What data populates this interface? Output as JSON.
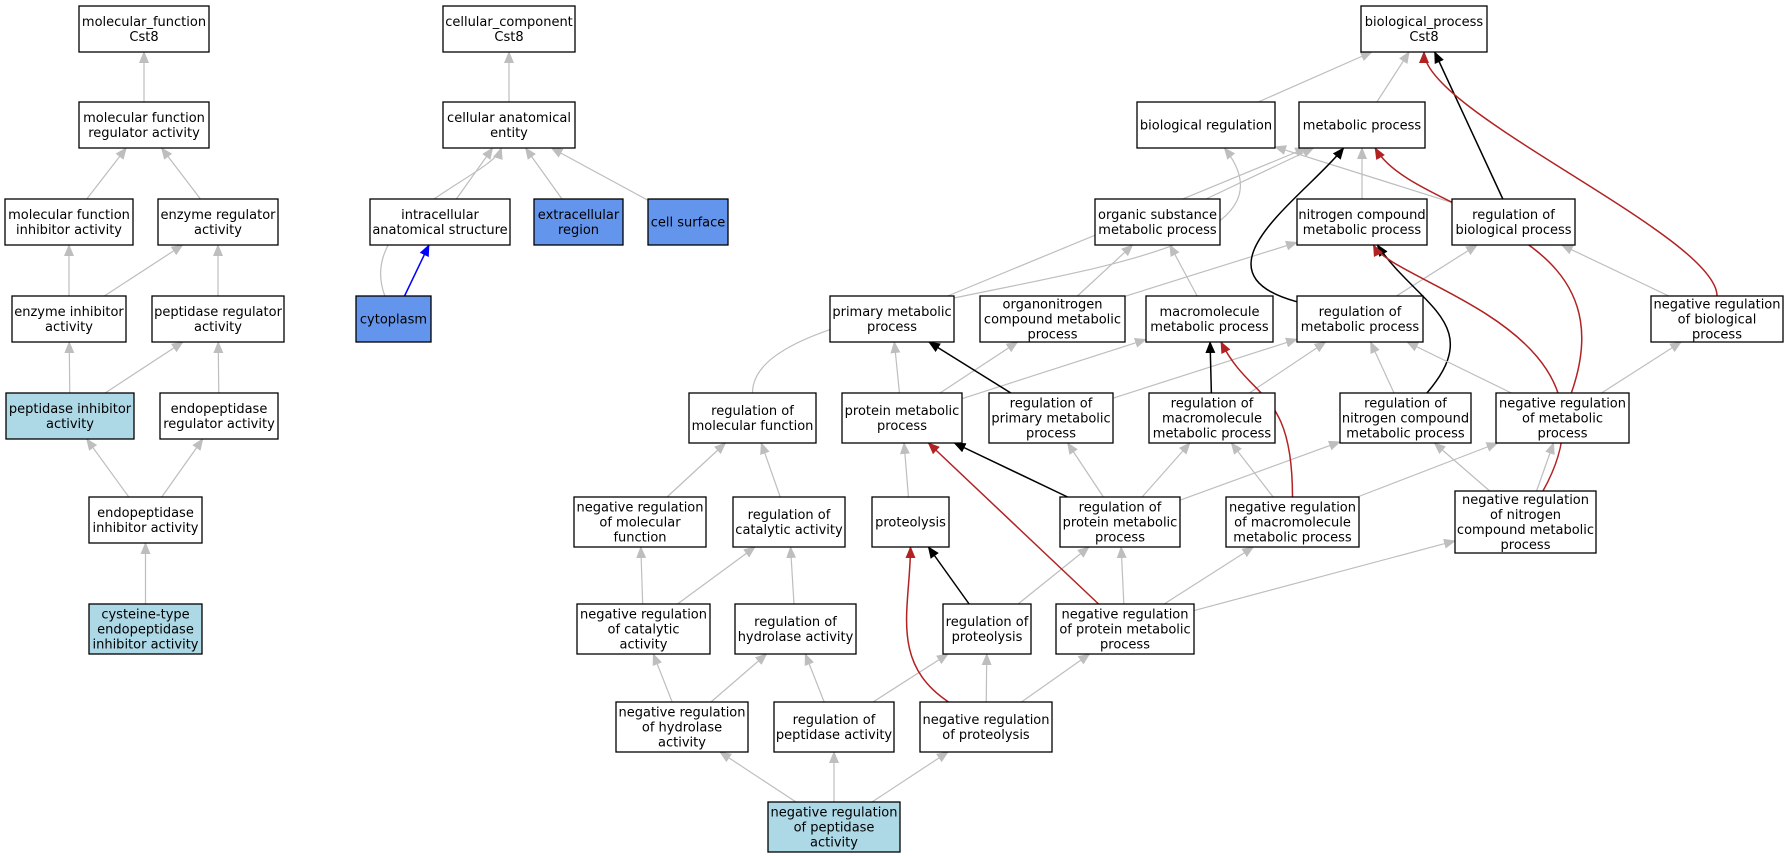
{
  "colors": {
    "plain": "#ffffff",
    "annotated_light": "#add8e6",
    "annotated_blue": "#6495ed",
    "edge_isa": "#bebebe",
    "edge_part_of": "#0000ff",
    "edge_regulates": "#000000",
    "edge_negatively_regulates": "#b22222"
  },
  "nodes": [
    {
      "id": "mf",
      "lines": [
        "molecular_function",
        "Cst8"
      ],
      "fill": "plain"
    },
    {
      "id": "mfra",
      "lines": [
        "molecular function",
        "regulator activity"
      ],
      "fill": "plain"
    },
    {
      "id": "mfia",
      "lines": [
        "molecular function",
        "inhibitor activity"
      ],
      "fill": "plain"
    },
    {
      "id": "era",
      "lines": [
        "enzyme regulator",
        "activity"
      ],
      "fill": "plain"
    },
    {
      "id": "eia",
      "lines": [
        "enzyme inhibitor",
        "activity"
      ],
      "fill": "plain"
    },
    {
      "id": "pra",
      "lines": [
        "peptidase regulator",
        "activity"
      ],
      "fill": "plain"
    },
    {
      "id": "pia",
      "lines": [
        "peptidase inhibitor",
        "activity"
      ],
      "fill": "annotated_light"
    },
    {
      "id": "epra",
      "lines": [
        "endopeptidase",
        "regulator activity"
      ],
      "fill": "plain"
    },
    {
      "id": "epia",
      "lines": [
        "endopeptidase",
        "inhibitor activity"
      ],
      "fill": "plain"
    },
    {
      "id": "ctepia",
      "lines": [
        "cysteine-type",
        "endopeptidase",
        "inhibitor activity"
      ],
      "fill": "annotated_light"
    },
    {
      "id": "cc",
      "lines": [
        "cellular_component",
        "Cst8"
      ],
      "fill": "plain"
    },
    {
      "id": "cae",
      "lines": [
        "cellular anatomical",
        "entity"
      ],
      "fill": "plain"
    },
    {
      "id": "ias",
      "lines": [
        "intracellular",
        "anatomical structure"
      ],
      "fill": "plain"
    },
    {
      "id": "ecr",
      "lines": [
        "extracellular",
        "region"
      ],
      "fill": "annotated_blue"
    },
    {
      "id": "cs",
      "lines": [
        "cell surface"
      ],
      "fill": "annotated_blue"
    },
    {
      "id": "cyto",
      "lines": [
        "cytoplasm"
      ],
      "fill": "annotated_blue"
    },
    {
      "id": "bp",
      "lines": [
        "biological_process",
        "Cst8"
      ],
      "fill": "plain"
    },
    {
      "id": "breg",
      "lines": [
        "biological regulation"
      ],
      "fill": "plain"
    },
    {
      "id": "metp",
      "lines": [
        "metabolic process"
      ],
      "fill": "plain"
    },
    {
      "id": "osmp",
      "lines": [
        "organic substance",
        "metabolic process"
      ],
      "fill": "plain"
    },
    {
      "id": "ncmp",
      "lines": [
        "nitrogen compound",
        "metabolic process"
      ],
      "fill": "plain"
    },
    {
      "id": "rbp",
      "lines": [
        "regulation of",
        "biological process"
      ],
      "fill": "plain"
    },
    {
      "id": "pmp",
      "lines": [
        "primary metabolic",
        "process"
      ],
      "fill": "plain"
    },
    {
      "id": "oncmp",
      "lines": [
        "organonitrogen",
        "compound metabolic",
        "process"
      ],
      "fill": "plain"
    },
    {
      "id": "mmp",
      "lines": [
        "macromolecule",
        "metabolic process"
      ],
      "fill": "plain"
    },
    {
      "id": "rmp",
      "lines": [
        "regulation of",
        "metabolic process"
      ],
      "fill": "plain"
    },
    {
      "id": "nrbp",
      "lines": [
        "negative regulation",
        "of biological",
        "process"
      ],
      "fill": "plain"
    },
    {
      "id": "rmf",
      "lines": [
        "regulation of",
        "molecular function"
      ],
      "fill": "plain"
    },
    {
      "id": "protmp",
      "lines": [
        "protein metabolic",
        "process"
      ],
      "fill": "plain"
    },
    {
      "id": "rpmp",
      "lines": [
        "regulation of",
        "primary metabolic",
        "process"
      ],
      "fill": "plain"
    },
    {
      "id": "rmmp",
      "lines": [
        "regulation of",
        "macromolecule",
        "metabolic process"
      ],
      "fill": "plain"
    },
    {
      "id": "rncmp",
      "lines": [
        "regulation of",
        "nitrogen compound",
        "metabolic process"
      ],
      "fill": "plain"
    },
    {
      "id": "nrmp",
      "lines": [
        "negative regulation",
        "of metabolic",
        "process"
      ],
      "fill": "plain"
    },
    {
      "id": "nrmf",
      "lines": [
        "negative regulation",
        "of molecular",
        "function"
      ],
      "fill": "plain"
    },
    {
      "id": "rca",
      "lines": [
        "regulation of",
        "catalytic activity"
      ],
      "fill": "plain"
    },
    {
      "id": "prot",
      "lines": [
        "proteolysis"
      ],
      "fill": "plain"
    },
    {
      "id": "rprotmp",
      "lines": [
        "regulation of",
        "protein metabolic",
        "process"
      ],
      "fill": "plain"
    },
    {
      "id": "nrmmp",
      "lines": [
        "negative regulation",
        "of macromolecule",
        "metabolic process"
      ],
      "fill": "plain"
    },
    {
      "id": "nrncmp",
      "lines": [
        "negative regulation",
        "of nitrogen",
        "compound metabolic",
        "process"
      ],
      "fill": "plain"
    },
    {
      "id": "nrca",
      "lines": [
        "negative regulation",
        "of catalytic",
        "activity"
      ],
      "fill": "plain"
    },
    {
      "id": "rha",
      "lines": [
        "regulation of",
        "hydrolase activity"
      ],
      "fill": "plain"
    },
    {
      "id": "rprot",
      "lines": [
        "regulation of",
        "proteolysis"
      ],
      "fill": "plain"
    },
    {
      "id": "nrprotmp",
      "lines": [
        "negative regulation",
        "of protein metabolic",
        "process"
      ],
      "fill": "plain"
    },
    {
      "id": "nrha",
      "lines": [
        "negative regulation",
        "of hydrolase",
        "activity"
      ],
      "fill": "plain"
    },
    {
      "id": "rpa",
      "lines": [
        "regulation of",
        "peptidase activity"
      ],
      "fill": "plain"
    },
    {
      "id": "nrprot",
      "lines": [
        "negative regulation",
        "of proteolysis"
      ],
      "fill": "plain"
    },
    {
      "id": "nrpa",
      "lines": [
        "negative regulation",
        "of peptidase",
        "activity"
      ],
      "fill": "annotated_light"
    }
  ],
  "edges": [
    {
      "from": "mfra",
      "to": "mf",
      "type": "isa"
    },
    {
      "from": "mfia",
      "to": "mfra",
      "type": "isa"
    },
    {
      "from": "era",
      "to": "mfra",
      "type": "isa"
    },
    {
      "from": "eia",
      "to": "mfia",
      "type": "isa"
    },
    {
      "from": "eia",
      "to": "era",
      "type": "isa"
    },
    {
      "from": "pra",
      "to": "era",
      "type": "isa"
    },
    {
      "from": "pia",
      "to": "eia",
      "type": "isa"
    },
    {
      "from": "pia",
      "to": "pra",
      "type": "isa"
    },
    {
      "from": "epra",
      "to": "pra",
      "type": "isa"
    },
    {
      "from": "epia",
      "to": "pia",
      "type": "isa"
    },
    {
      "from": "epia",
      "to": "epra",
      "type": "isa"
    },
    {
      "from": "ctepia",
      "to": "epia",
      "type": "isa"
    },
    {
      "from": "cae",
      "to": "cc",
      "type": "isa"
    },
    {
      "from": "ias",
      "to": "cae",
      "type": "isa"
    },
    {
      "from": "ecr",
      "to": "cae",
      "type": "isa"
    },
    {
      "from": "cs",
      "to": "cae",
      "type": "isa"
    },
    {
      "from": "cyto",
      "to": "cae",
      "type": "isa"
    },
    {
      "from": "cyto",
      "to": "ias",
      "type": "part_of"
    },
    {
      "from": "breg",
      "to": "bp",
      "type": "isa"
    },
    {
      "from": "metp",
      "to": "bp",
      "type": "isa"
    },
    {
      "from": "rbp",
      "to": "bp",
      "type": "regulates"
    },
    {
      "from": "nrbp",
      "to": "bp",
      "type": "negatively_regulates"
    },
    {
      "from": "osmp",
      "to": "metp",
      "type": "isa"
    },
    {
      "from": "ncmp",
      "to": "metp",
      "type": "isa"
    },
    {
      "from": "rbp",
      "to": "breg",
      "type": "isa"
    },
    {
      "from": "pmp",
      "to": "metp",
      "type": "isa"
    },
    {
      "from": "oncmp",
      "to": "osmp",
      "type": "isa"
    },
    {
      "from": "oncmp",
      "to": "ncmp",
      "type": "isa"
    },
    {
      "from": "mmp",
      "to": "osmp",
      "type": "isa"
    },
    {
      "from": "rmp",
      "to": "rbp",
      "type": "isa"
    },
    {
      "from": "rmp",
      "to": "metp",
      "type": "regulates"
    },
    {
      "from": "nrbp",
      "to": "rbp",
      "type": "isa"
    },
    {
      "from": "rmf",
      "to": "breg",
      "type": "isa"
    },
    {
      "from": "protmp",
      "to": "pmp",
      "type": "isa"
    },
    {
      "from": "protmp",
      "to": "oncmp",
      "type": "isa"
    },
    {
      "from": "protmp",
      "to": "mmp",
      "type": "isa"
    },
    {
      "from": "rpmp",
      "to": "rmp",
      "type": "isa"
    },
    {
      "from": "rpmp",
      "to": "pmp",
      "type": "regulates"
    },
    {
      "from": "rmmp",
      "to": "rmp",
      "type": "isa"
    },
    {
      "from": "rmmp",
      "to": "mmp",
      "type": "regulates"
    },
    {
      "from": "rncmp",
      "to": "rmp",
      "type": "isa"
    },
    {
      "from": "rncmp",
      "to": "ncmp",
      "type": "regulates"
    },
    {
      "from": "nrmp",
      "to": "rmp",
      "type": "isa"
    },
    {
      "from": "nrmp",
      "to": "nrbp",
      "type": "isa"
    },
    {
      "from": "nrmp",
      "to": "metp",
      "type": "negatively_regulates"
    },
    {
      "from": "nrmf",
      "to": "rmf",
      "type": "isa"
    },
    {
      "from": "rca",
      "to": "rmf",
      "type": "isa"
    },
    {
      "from": "prot",
      "to": "protmp",
      "type": "isa"
    },
    {
      "from": "rprotmp",
      "to": "rpmp",
      "type": "isa"
    },
    {
      "from": "rprotmp",
      "to": "rmmp",
      "type": "isa"
    },
    {
      "from": "rprotmp",
      "to": "rncmp",
      "type": "isa"
    },
    {
      "from": "rprotmp",
      "to": "protmp",
      "type": "regulates"
    },
    {
      "from": "nrmmp",
      "to": "rmmp",
      "type": "isa"
    },
    {
      "from": "nrmmp",
      "to": "nrmp",
      "type": "isa"
    },
    {
      "from": "nrmmp",
      "to": "mmp",
      "type": "negatively_regulates"
    },
    {
      "from": "nrncmp",
      "to": "rncmp",
      "type": "isa"
    },
    {
      "from": "nrncmp",
      "to": "nrmp",
      "type": "isa"
    },
    {
      "from": "nrncmp",
      "to": "ncmp",
      "type": "negatively_regulates"
    },
    {
      "from": "nrca",
      "to": "nrmf",
      "type": "isa"
    },
    {
      "from": "nrca",
      "to": "rca",
      "type": "isa"
    },
    {
      "from": "rha",
      "to": "rca",
      "type": "isa"
    },
    {
      "from": "rprot",
      "to": "rprotmp",
      "type": "isa"
    },
    {
      "from": "rprot",
      "to": "prot",
      "type": "regulates"
    },
    {
      "from": "nrprotmp",
      "to": "rprotmp",
      "type": "isa"
    },
    {
      "from": "nrprotmp",
      "to": "nrmmp",
      "type": "isa"
    },
    {
      "from": "nrprotmp",
      "to": "nrncmp",
      "type": "isa"
    },
    {
      "from": "nrprotmp",
      "to": "protmp",
      "type": "negatively_regulates"
    },
    {
      "from": "nrha",
      "to": "nrca",
      "type": "isa"
    },
    {
      "from": "nrha",
      "to": "rha",
      "type": "isa"
    },
    {
      "from": "rpa",
      "to": "rha",
      "type": "isa"
    },
    {
      "from": "rpa",
      "to": "rprot",
      "type": "isa"
    },
    {
      "from": "nrprot",
      "to": "rprot",
      "type": "isa"
    },
    {
      "from": "nrprot",
      "to": "nrprotmp",
      "type": "isa"
    },
    {
      "from": "nrprot",
      "to": "prot",
      "type": "negatively_regulates"
    },
    {
      "from": "nrpa",
      "to": "nrha",
      "type": "isa"
    },
    {
      "from": "nrpa",
      "to": "rpa",
      "type": "isa"
    },
    {
      "from": "nrpa",
      "to": "nrprot",
      "type": "isa"
    }
  ]
}
